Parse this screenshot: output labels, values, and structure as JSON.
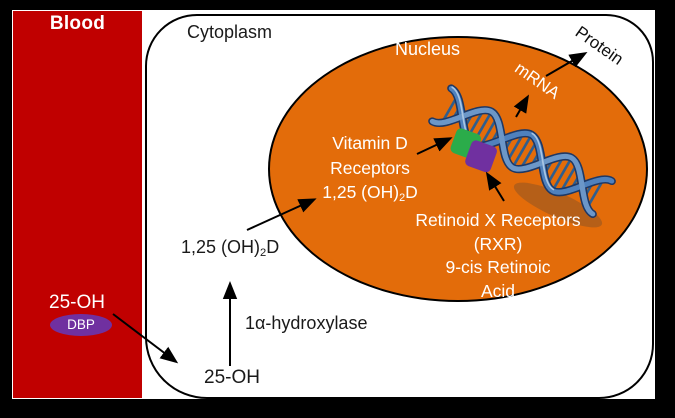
{
  "colors": {
    "frame_black": "#000000",
    "blood_red": "#C00000",
    "nucleus_orange": "#E36C0A",
    "vdr_green": "#2BAC4A",
    "rxr_purple": "#7030A0",
    "dna_blue": "#4F81BD",
    "text_white": "#FFFFFF",
    "text_black": "#1A1A1A"
  },
  "blood": {
    "title": "Blood",
    "metabolite": "25-OH",
    "binding_protein": "DBP"
  },
  "cytoplasm": {
    "title": "Cytoplasm",
    "imported_metabolite": "25-OH",
    "enzyme": "1α-hydroxylase",
    "calcitriol": {
      "pre": "1,25 (OH)",
      "sub": "2",
      "suf": "D"
    }
  },
  "nucleus": {
    "title": "Nucleus",
    "vdr_line1": "Vitamin D",
    "vdr_line2": "Receptors",
    "calcitriol": {
      "pre": "1,25 (OH)",
      "sub": "2",
      "suf": "D"
    },
    "rxr_line1": "Retinoid X Receptors",
    "rxr_line2": "(RXR)",
    "rxr_line3": "9-cis Retinoic",
    "rxr_line4": "Acid",
    "mrna": "mRNA"
  },
  "output": {
    "protein": "Protein"
  },
  "icons": {
    "dna": "dna-double-helix-icon",
    "vdr_site": "vdr-green-square",
    "rxr_site": "rxr-purple-square"
  }
}
